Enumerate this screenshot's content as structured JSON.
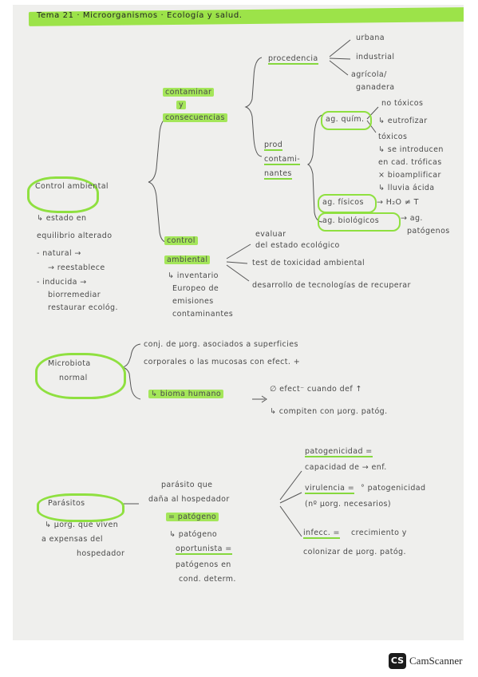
{
  "title": "Tema 21 · Microorganismos · Ecología y salud.",
  "section1": {
    "central": "Control ambiental",
    "central_note": [
      "↳ estado en",
      "equilibrio alterado"
    ],
    "natural": "- natural →",
    "natural_sub": "→ reestablece",
    "induced": "- inducida →",
    "induced_sub": [
      "biorremediar",
      "restaurar ecológ."
    ],
    "contaminar": [
      "contaminar",
      "y",
      "consecuencias"
    ],
    "procedencia": "procedencia",
    "procedencia_items": [
      "urbana",
      "industrial",
      "agrícola/",
      "ganadera"
    ],
    "prod_contam": [
      "prod",
      "contami-",
      "nantes"
    ],
    "ag_quim": "ag. quím.",
    "quim_items": [
      "no tóxicos",
      "↳ eutrofizar",
      "tóxicos",
      "↳ se introducen",
      "en cad. tróficas",
      "× bioamplificar",
      "↳ lluvia ácida"
    ],
    "ag_fisicos": "ag. físicos",
    "fisicos_item": "→ H₂O ≠ T",
    "ag_biologicos": "ag. biológicos",
    "biologicos_item": [
      "→ ag.",
      "patógenos"
    ],
    "control": [
      "control",
      "ambiental"
    ],
    "control_items": [
      "evaluar",
      "del estado ecológico",
      "test de toxicidad ambiental",
      "desarrollo de tecnologías de recuperar"
    ],
    "inventario": [
      "↳ inventario",
      "Europeo de",
      "emisiones",
      "contaminantes"
    ]
  },
  "section2": {
    "central": [
      "Microbiota",
      "normal"
    ],
    "definition": [
      "conj. de µorg. asociados a superficies",
      "corporales o las mucosas con efect. +"
    ],
    "bioma": "↳ bioma humano",
    "bioma_items": [
      "∅ efect⁻ cuando def ↑",
      "↳ compiten con µorg. patóg."
    ]
  },
  "section3": {
    "central": "Parásitos",
    "central_note": [
      "↳ µorg. que viven",
      "a expensas del",
      "hospedador"
    ],
    "definition": [
      "parásito que",
      "daña al hospedador"
    ],
    "patogeno": "= patógeno",
    "oportunista": [
      "↳ patógeno",
      "oportunista =",
      "patógenos en",
      "cond. determ."
    ],
    "patogenicidad": "patogenicidad =",
    "patogenicidad_def": "capacidad de → enf.",
    "virulencia": "virulencia =",
    "virulencia_def": [
      "° patogenicidad",
      "(nº µorg. necesarios)"
    ],
    "infeccion": "infecc. =",
    "infeccion_def": [
      "crecimiento y",
      "colonizar de µorg. patóg."
    ]
  },
  "watermark": {
    "logo": "CS",
    "text": "CamScanner"
  },
  "colors": {
    "highlight": "#a4e65a",
    "ink": "#4a4a4a",
    "paper": "#efefed"
  }
}
